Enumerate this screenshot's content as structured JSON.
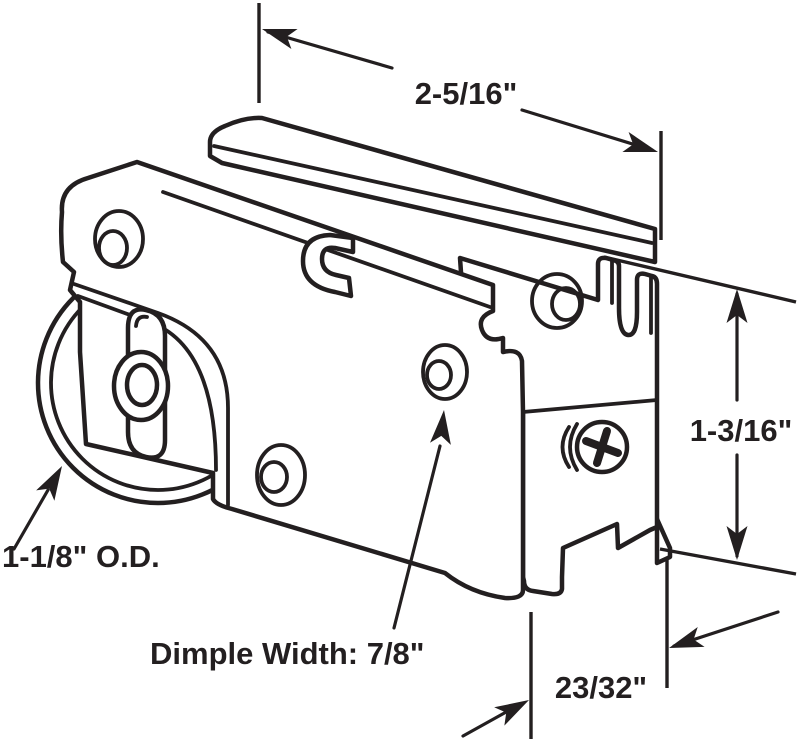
{
  "labels": {
    "rail_length": "2-5/16\"",
    "body_height": "1-3/16\"",
    "roller_diameter": "1-1/8\" O.D.",
    "dimple_width": "Dimple Width: 7/8\"",
    "bottom_offset": "23/32\""
  },
  "colors": {
    "line": "#231f20",
    "background": "#ffffff"
  }
}
